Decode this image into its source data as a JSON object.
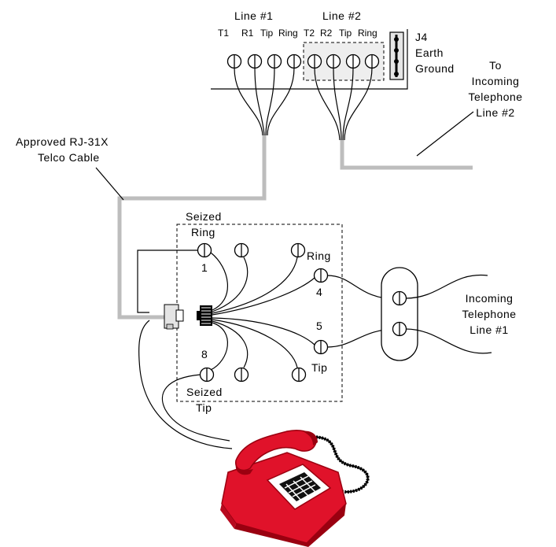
{
  "labels": {
    "line1": "Line  #1",
    "line2": "Line  #2",
    "t1": "T1",
    "r1": "R1",
    "tip1": "Tip",
    "ring1": "Ring",
    "t2": "T2",
    "r2": "R2",
    "tip2": "Tip",
    "ring2": "Ring",
    "j4": "J4",
    "earth": "Earth",
    "ground": "Ground",
    "to": "To",
    "incoming": "Incoming",
    "telephone": "Telephone",
    "line_no2": "Line  #2",
    "approved": "Approved  RJ-31X",
    "telco_cable": "Telco  Cable",
    "seized_ring_1": "Seized",
    "seized_ring_2": "Ring",
    "pin1": "1",
    "ring_right": "Ring",
    "pin4": "4",
    "pin5": "5",
    "tip_right": "Tip",
    "pin8": "8",
    "seized_tip_1": "Seized",
    "seized_tip_2": "Tip",
    "incoming_line1_a": "Incoming",
    "incoming_line1_b": "Telephone",
    "incoming_line1_c": "Line  #1"
  },
  "colors": {
    "cable": "#bdbdbd",
    "phone": "#e0122a",
    "phone_dark": "#9a0010",
    "j4_fill": "#e6e6e6"
  },
  "icons": [
    "telephone-icon",
    "rj31x-jack-icon",
    "modular-plug-icon",
    "screw-terminal-icon"
  ]
}
